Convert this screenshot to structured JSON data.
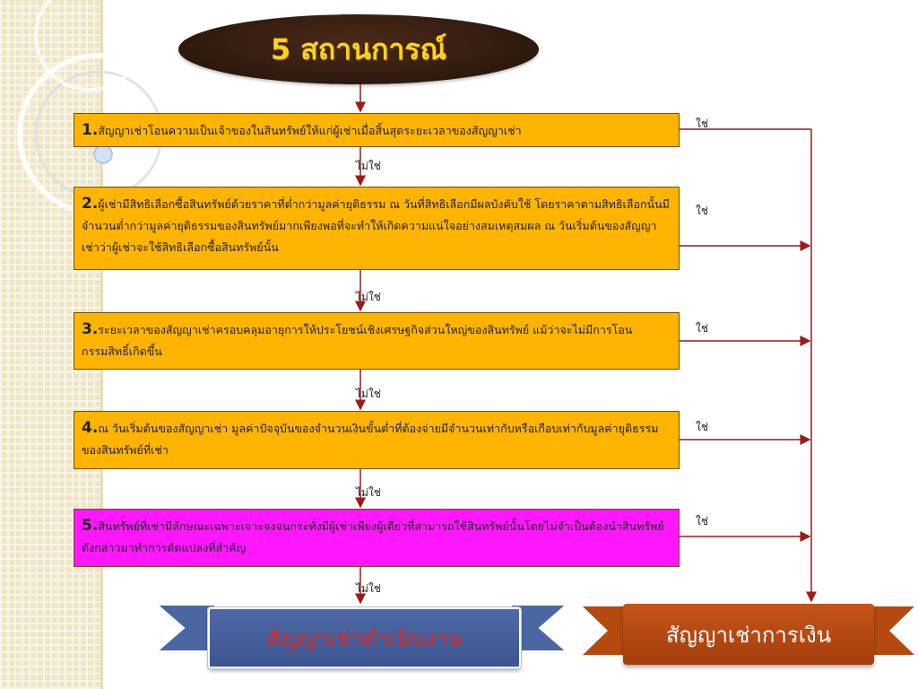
{
  "title": "5 สถานการณ์",
  "yes_label": "ใช่",
  "no_label": "ไม่ใช่",
  "steps": [
    {
      "number": "1.",
      "text": "สัญญาเช่าโอนความเป็นเจ้าของในสินทรัพย์ให้แก่ผู้เช่าเมื่อสิ้นสุดระยะเวลาของสัญญาเช่า"
    },
    {
      "number": "2.",
      "text": "ผู้เช่ามีสิทธิเลือกซื้อสินทรัพย์ด้วยราคาที่ต่ำกว่ามูลค่ายุติธรรม ณ วันที่สิทธิเลือกมีผลบังคับใช้ โดยราคาตามสิทธิเลือกนั้นมีจำนวนต่ำกว่ามูลค่ายุติธรรมของสินทรัพย์มากเพียงพอที่จะทำให้เกิดความแน่ใจอย่างสมเหตุสมผล ณ วันเริ่มต้นของสัญญาเช่าว่าผู้เช่าจะใช้สิทธิเลือกซื้อสินทรัพย์นั้น"
    },
    {
      "number": "3.",
      "text": "ระยะเวลาของสัญญาเช่าครอบคลุมอายุการให้ประโยชน์เชิงเศรษฐกิจส่วนใหญ่ของสินทรัพย์ แม้ว่าจะไม่มีการโอนกรรมสิทธิ์เกิดขึ้น"
    },
    {
      "number": "4.",
      "text": "ณ วันเริ่มต้นของสัญญาเช่า มูลค่าปัจจุบันของจำนวนเงินขั้นต่ำที่ต้องจ่ายมีจำนวนเท่ากับหรือเกือบเท่ากับมูลค่ายุติธรรมของสินทรัพย์ที่เช่า"
    },
    {
      "number": "5.",
      "text": "สินทรัพย์ที่เช่ามีลักษณะเฉพาะเจาะจงจนกระทั่งมีผู้เช่าเพียงผู้เดียวที่สามารถใช้สินทรัพย์นั้นโดยไม่จำเป็นต้องนำสินทรัพย์ดังกล่าวมาทำการดัดแปลงที่สำคัญ"
    }
  ],
  "outcomes": {
    "operating": "สัญญาเช่าดำเนินงาน",
    "finance": "สัญญาเช่าการเงิน"
  },
  "colors": {
    "box_fill": "#ffb400",
    "box5_fill": "#ff18ff",
    "arrow": "#9b1b1b",
    "title_fill": "#2e190d",
    "title_text": "#ffd21a",
    "operating_banner": "#3b5590",
    "operating_text": "#e0271f",
    "finance_banner": "#a43e0c"
  }
}
